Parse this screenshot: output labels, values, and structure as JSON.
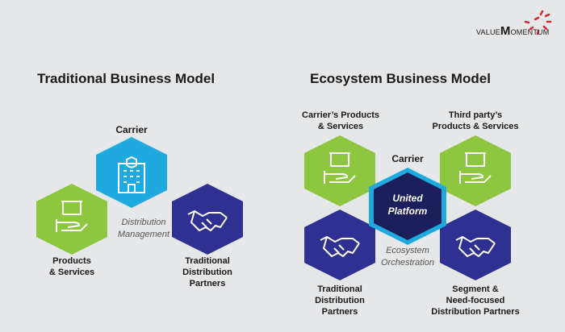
{
  "logo": {
    "prefix": "VALUE",
    "m": "M",
    "suffix": "OMENTUM"
  },
  "left": {
    "title": "Traditional Business Model",
    "carrier_label": "Carrier",
    "products_label_1": "Products",
    "products_label_2": "& Services",
    "partners_label_1": "Traditional",
    "partners_label_2": "Distribution",
    "partners_label_3": "Partners",
    "center_label_1": "Distribution",
    "center_label_2": "Management"
  },
  "right": {
    "title": "Ecosystem Business Model",
    "carrier_label": "Carrier",
    "platform_label_1": "United",
    "platform_label_2": "Platform",
    "carrier_products_1": "Carrier’s Products",
    "carrier_products_2": "& Services",
    "third_party_1": "Third party’s",
    "third_party_2": "Products & Services",
    "trad_partners_1": "Traditional",
    "trad_partners_2": "Distribution",
    "trad_partners_3": "Partners",
    "segment_1": "Segment &",
    "segment_2": "Need-focused",
    "segment_3": "Distribution Partners",
    "center_label_1": "Ecosystem",
    "center_label_2": "Orchestration"
  },
  "colors": {
    "green": "#8dc63f",
    "blue": "#1fa9df",
    "navy": "#2e3192",
    "platform": "#1b1f5c",
    "background": "#e6e7e8"
  }
}
